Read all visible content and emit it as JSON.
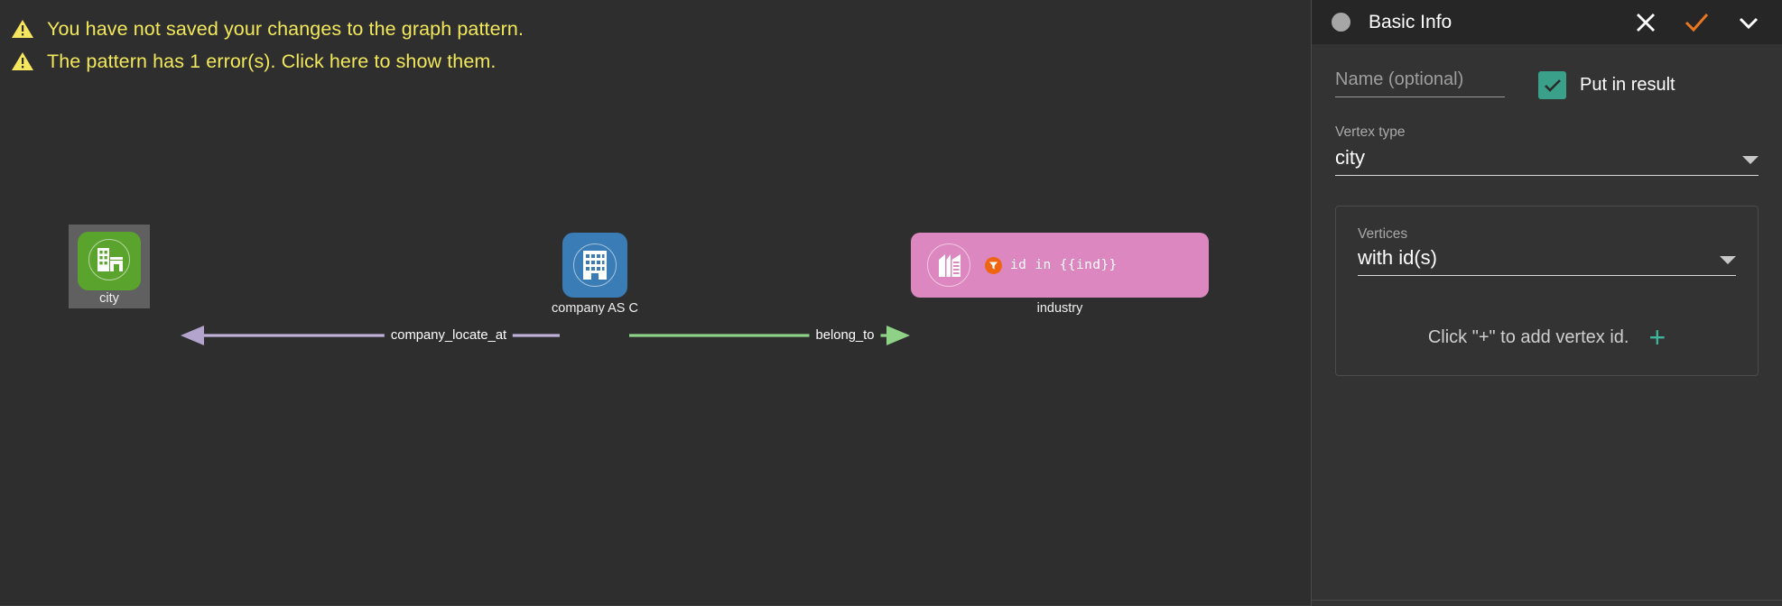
{
  "warnings": [
    {
      "icon": "warning-triangle-icon",
      "text": "You have not saved your changes to the graph pattern."
    },
    {
      "icon": "warning-triangle-icon",
      "text": "The pattern has 1 error(s). Click here to show them."
    }
  ],
  "graph": {
    "nodes": [
      {
        "id": "city",
        "label": "city",
        "icon": "buildings-icon",
        "color": "#5aa32c",
        "selected": true
      },
      {
        "id": "company",
        "label": "company AS C",
        "icon": "office-building-icon",
        "color": "#3a7cb5",
        "selected": false
      },
      {
        "id": "industry",
        "label": "industry",
        "icon": "stacked-books-icon",
        "color": "#dd87c0",
        "selected": false,
        "filter": "id in {{ind}}",
        "filter_badge_color": "#ee6611"
      }
    ],
    "edges": [
      {
        "label": "company_locate_at",
        "from": "company",
        "to": "city",
        "color": "#bfb0d8"
      },
      {
        "label": "belong_to",
        "from": "company",
        "to": "industry",
        "color": "#8fd186"
      }
    ]
  },
  "panel": {
    "header": {
      "title": "Basic Info",
      "status_dot_color": "#a6a6a6",
      "close_icon": "close-icon",
      "confirm_icon": "check-icon",
      "collapse_icon": "chevron-down-icon",
      "confirm_color": "#e87722"
    },
    "name": {
      "placeholder": "Name (optional)",
      "value": ""
    },
    "put_in_result": {
      "label": "Put in result",
      "checked": true,
      "color": "#3aa08a"
    },
    "vertex_type": {
      "label": "Vertex type",
      "value": "city"
    },
    "vertices": {
      "label": "Vertices",
      "value": "with id(s)",
      "add_hint": "Click \"+\" to add vertex id.",
      "add_icon": "plus-icon",
      "add_icon_color": "#3fb59b"
    }
  }
}
